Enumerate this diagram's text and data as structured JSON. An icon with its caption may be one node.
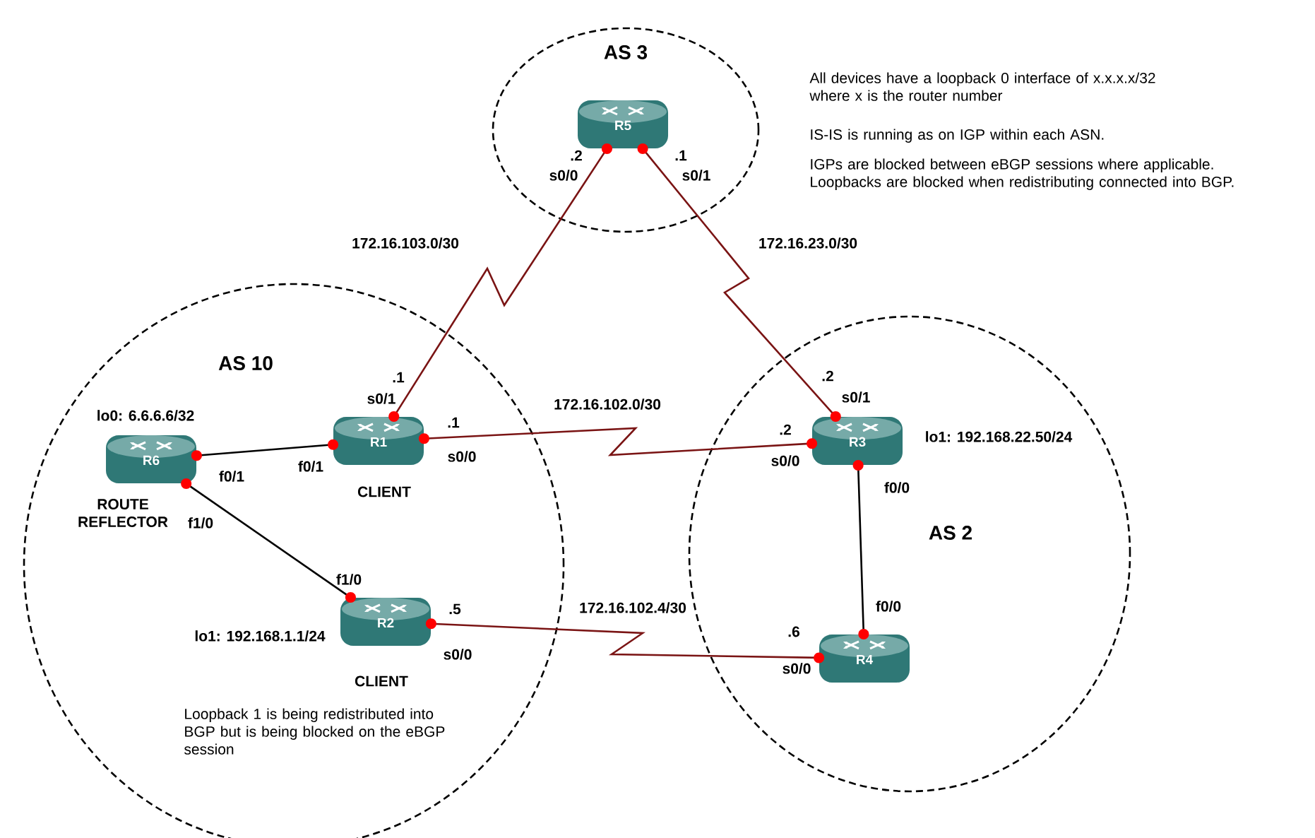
{
  "diagram": {
    "nodes": [
      {
        "text": [
          "AS 3"
        ]
      },
      {
        "text": [
          "R5"
        ],
        "in": 0,
        "beside": [
          ".2",
          "s0/0",
          ".1",
          "s0/1"
        ]
      },
      {
        "text": [
          "AS 10"
        ]
      },
      {
        "text": [
          "R6"
        ],
        "in": 2,
        "beside": [
          "lo0: 6.6.6.6/32",
          "f0/1",
          "ROUTE REFLECTOR",
          "f1/0"
        ]
      },
      {
        "text": [
          "R1"
        ],
        "in": 2,
        "beside": [
          ".1",
          "s0/1",
          ".1",
          "s0/0",
          "f0/1",
          "CLIENT"
        ]
      },
      {
        "text": [
          "R2"
        ],
        "in": 2,
        "beside": [
          "f1/0",
          ".5",
          "lo1: 192.168.1.1/24",
          "s0/0",
          "CLIENT"
        ]
      },
      {
        "text": [
          "AS 2"
        ]
      },
      {
        "text": [
          "R3"
        ],
        "in": 6,
        "beside": [
          ".2",
          "s0/1",
          ".2",
          "lo1: 192.168.22.50/24",
          "s0/0",
          "f0/0"
        ]
      },
      {
        "text": [
          "R4"
        ],
        "in": 6,
        "beside": [
          "f0/0",
          ".6",
          "s0/0"
        ]
      }
    ],
    "edges": [
      {
        "from": 1,
        "to": 4,
        "arrow": "other",
        "label": "172.16.103.0/30"
      },
      {
        "from": 1,
        "to": 7,
        "arrow": "other",
        "label": "172.16.23.0/30"
      },
      {
        "from": 3,
        "to": 4,
        "arrow": "other",
        "color": "#000000"
      },
      {
        "from": 3,
        "to": 5,
        "arrow": "other",
        "color": "#000000"
      },
      {
        "from": 4,
        "to": 7,
        "arrow": "other",
        "label": "172.16.102.0/30"
      },
      {
        "from": 5,
        "to": 8,
        "arrow": "other",
        "label": "172.16.102.4/30"
      },
      {
        "from": 7,
        "to": 8,
        "arrow": "other",
        "color": "#000000"
      }
    ],
    "labels": [
      "All devices have a loopback 0 interface of x.x.x.x/32 where x is the router number",
      "IS-IS is running as on IGP within each ASN.",
      "IGPs are blocked between eBGP sessions where applicable. Loopbacks are blocked when redistributing connected into BGP.",
      "Loopback 1 is being redistributed into BGP but is being blocked on the eBGP session"
    ]
  }
}
